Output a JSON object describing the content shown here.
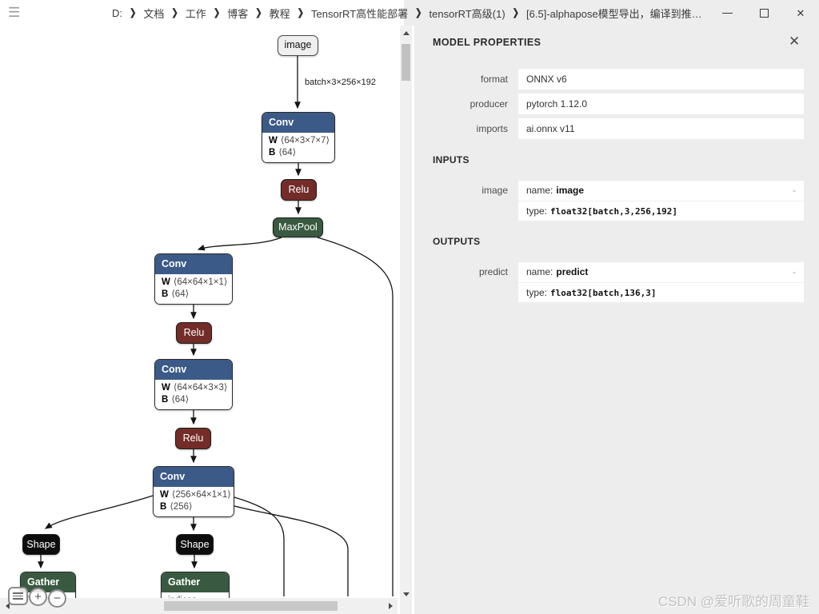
{
  "titlebar": {
    "menu_icon": "☰",
    "breadcrumb": {
      "separator": "❯",
      "items": [
        "D:",
        "文档",
        "工作",
        "博客",
        "教程",
        "TensorRT高性能部署",
        "tensorRT高级(1)",
        "[6.5]-alphapose模型导出，编译到推…"
      ]
    },
    "window": {
      "close": "✕"
    }
  },
  "graph": {
    "edge_label": "batch×3×256×192",
    "nodes": {
      "image": {
        "label": "image"
      },
      "conv1": {
        "label": "Conv",
        "params": [
          {
            "key": "W",
            "value": "⟨64×3×7×7⟩"
          },
          {
            "key": "B",
            "value": "⟨64⟩"
          }
        ]
      },
      "relu1": {
        "label": "Relu"
      },
      "maxpool": {
        "label": "MaxPool"
      },
      "conv2": {
        "label": "Conv",
        "params": [
          {
            "key": "W",
            "value": "⟨64×64×1×1⟩"
          },
          {
            "key": "B",
            "value": "⟨64⟩"
          }
        ]
      },
      "relu2": {
        "label": "Relu"
      },
      "conv3": {
        "label": "Conv",
        "params": [
          {
            "key": "W",
            "value": "⟨64×64×3×3⟩"
          },
          {
            "key": "B",
            "value": "⟨64⟩"
          }
        ]
      },
      "relu3": {
        "label": "Relu"
      },
      "conv4": {
        "label": "Conv",
        "params": [
          {
            "key": "W",
            "value": "⟨256×64×1×1⟩"
          },
          {
            "key": "B",
            "value": "⟨256⟩"
          }
        ]
      },
      "shape1": {
        "label": "Shape"
      },
      "shape2": {
        "label": "Shape"
      },
      "gather1": {
        "label": "Gather",
        "body": "indices"
      },
      "gather2": {
        "label": "Gather",
        "body": "indices"
      }
    },
    "controls": {
      "zoom_in": "+",
      "zoom_out": "−"
    },
    "colors": {
      "conv_header": "#3b5a87",
      "relu": "#732c28",
      "pool_gather": "#395a40",
      "shape": "#0d0d0d",
      "io_node": "#efefef"
    }
  },
  "panel": {
    "title": "MODEL PROPERTIES",
    "close_icon": "✕",
    "properties": [
      {
        "label": "format",
        "value": "ONNX v6"
      },
      {
        "label": "producer",
        "value": "pytorch 1.12.0"
      },
      {
        "label": "imports",
        "value": "ai.onnx v11"
      }
    ],
    "inputs": {
      "header": "INPUTS",
      "items": [
        {
          "label": "image",
          "name_key": "name:",
          "name": "image",
          "type_key": "type:",
          "type": "float32[batch,3,256,192]",
          "collapse": "-"
        }
      ]
    },
    "outputs": {
      "header": "OUTPUTS",
      "items": [
        {
          "label": "predict",
          "name_key": "name:",
          "name": "predict",
          "type_key": "type:",
          "type": "float32[batch,136,3]",
          "collapse": "-"
        }
      ]
    }
  },
  "watermark": "CSDN @爱听歌的周童鞋"
}
